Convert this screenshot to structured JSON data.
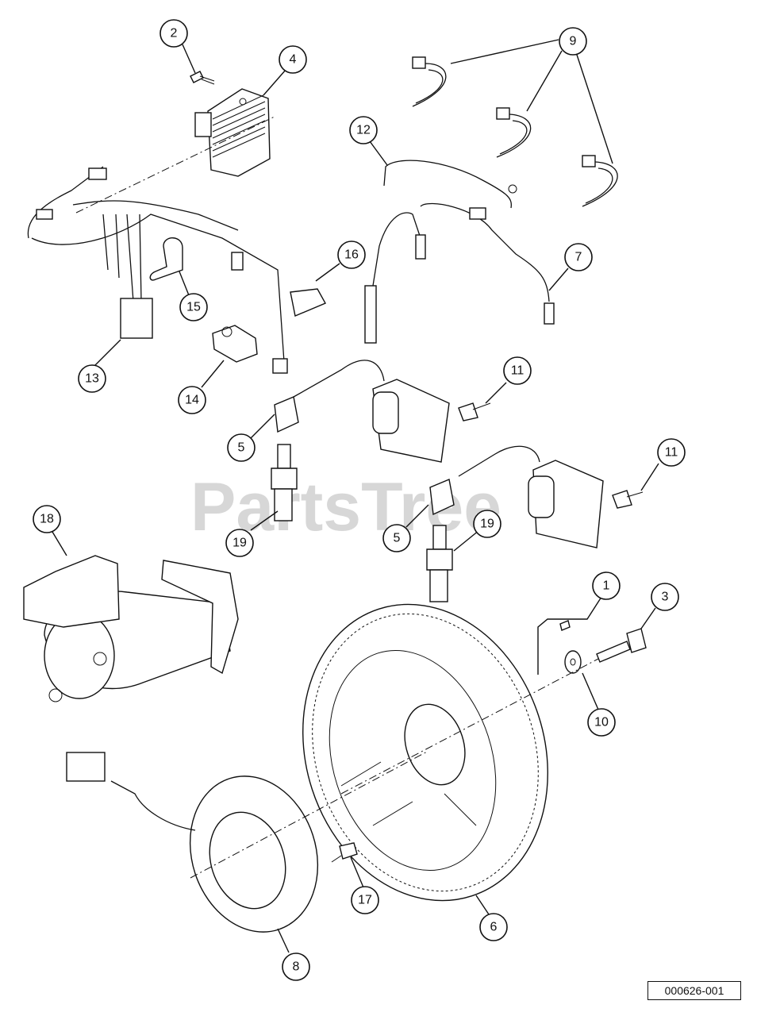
{
  "watermark": "PartsTree",
  "reference_code": "000626-001",
  "callouts": [
    {
      "id": "c2",
      "label": "2"
    },
    {
      "id": "c4",
      "label": "4"
    },
    {
      "id": "c9",
      "label": "9"
    },
    {
      "id": "c12",
      "label": "12"
    },
    {
      "id": "c16",
      "label": "16"
    },
    {
      "id": "c7",
      "label": "7"
    },
    {
      "id": "c15",
      "label": "15"
    },
    {
      "id": "c13",
      "label": "13"
    },
    {
      "id": "c14",
      "label": "14"
    },
    {
      "id": "c11a",
      "label": "11"
    },
    {
      "id": "c5a",
      "label": "5"
    },
    {
      "id": "c11b",
      "label": "11"
    },
    {
      "id": "c18",
      "label": "18"
    },
    {
      "id": "c19a",
      "label": "19"
    },
    {
      "id": "c5b",
      "label": "5"
    },
    {
      "id": "c19b",
      "label": "19"
    },
    {
      "id": "c1",
      "label": "1"
    },
    {
      "id": "c3",
      "label": "3"
    },
    {
      "id": "c10",
      "label": "10"
    },
    {
      "id": "c17",
      "label": "17"
    },
    {
      "id": "c6",
      "label": "6"
    },
    {
      "id": "c8",
      "label": "8"
    }
  ]
}
